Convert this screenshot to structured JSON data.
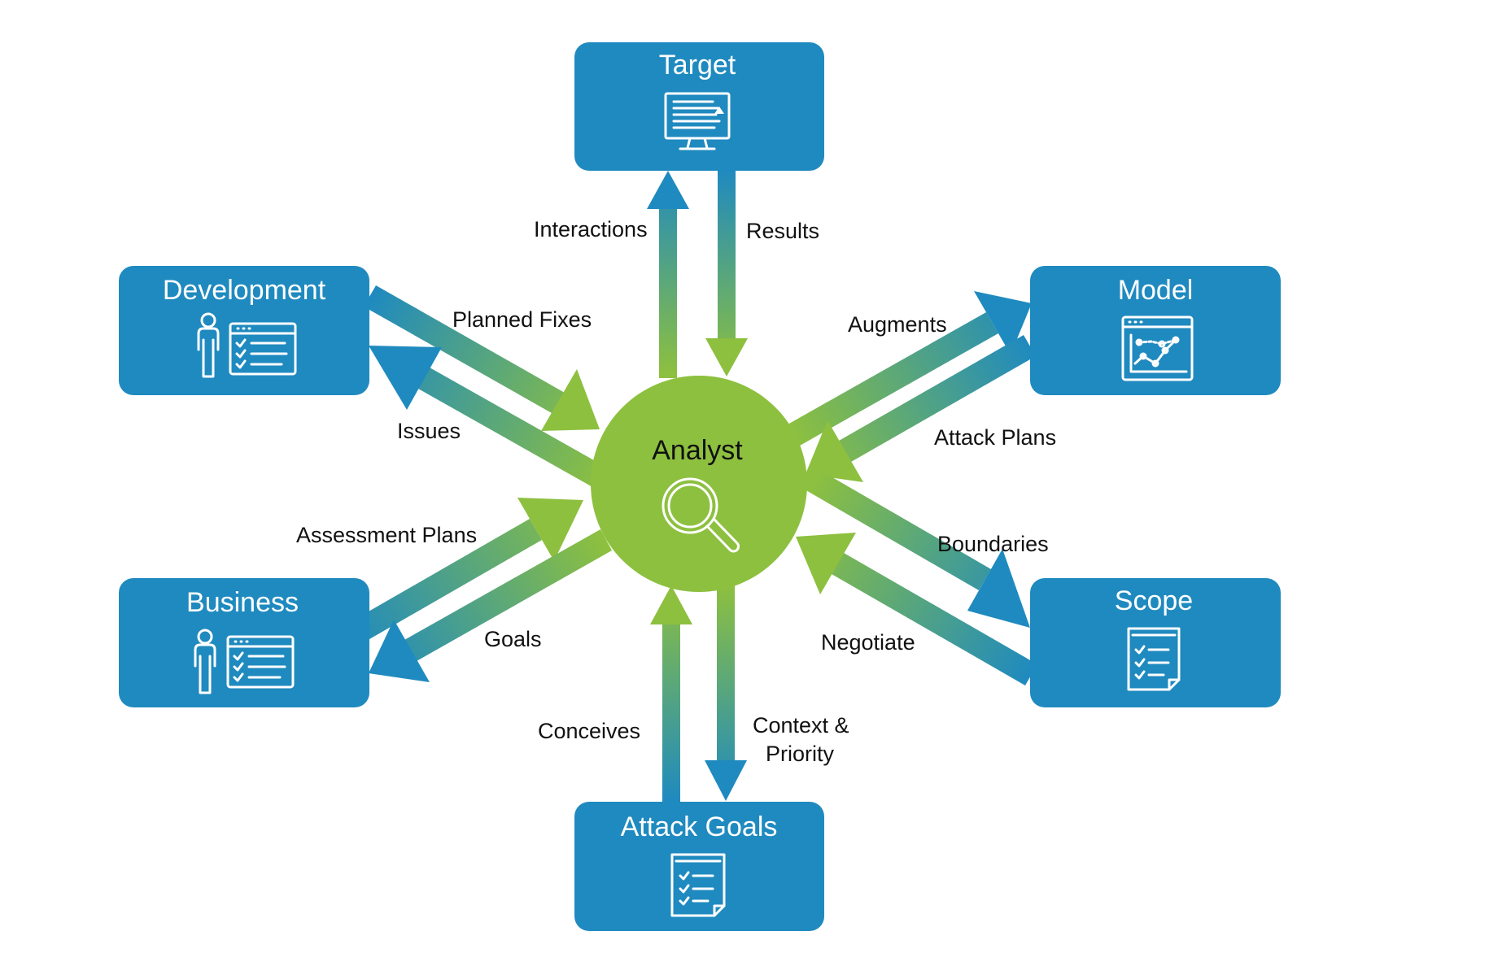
{
  "colors": {
    "box": "#1f8abf",
    "center": "#8dc03f",
    "arrow_blue": "#1f8abf",
    "arrow_green": "#8dc03f"
  },
  "center": {
    "label": "Analyst",
    "icon": "magnifier-icon"
  },
  "nodes": {
    "target": {
      "label": "Target",
      "icon": "monitor-icon"
    },
    "development": {
      "label": "Development",
      "icon": "person-checklist-icon"
    },
    "model": {
      "label": "Model",
      "icon": "line-chart-window-icon"
    },
    "business": {
      "label": "Business",
      "icon": "person-checklist-icon"
    },
    "scope": {
      "label": "Scope",
      "icon": "checklist-document-icon"
    },
    "attack_goals": {
      "label": "Attack Goals",
      "icon": "checklist-document-icon"
    }
  },
  "edges": {
    "interactions": "Interactions",
    "results": "Results",
    "planned_fixes": "Planned Fixes",
    "issues": "Issues",
    "augments": "Augments",
    "attack_plans": "Attack Plans",
    "assessment_plans": "Assessment Plans",
    "goals": "Goals",
    "boundaries": "Boundaries",
    "negotiate": "Negotiate",
    "conceives": "Conceives",
    "context_priority_1": "Context &",
    "context_priority_2": "Priority"
  }
}
